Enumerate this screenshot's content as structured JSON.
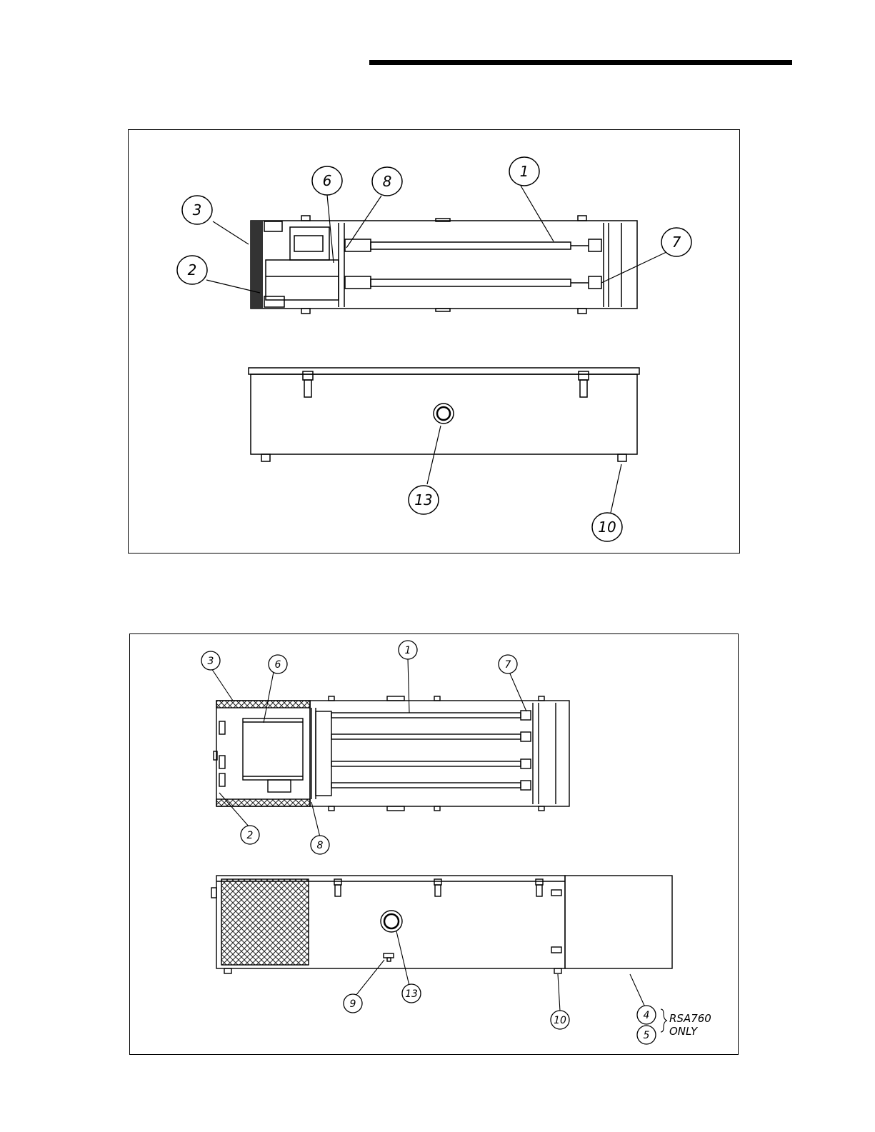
{
  "figure1": {
    "callouts": [
      "1",
      "2",
      "3",
      "6",
      "7",
      "8",
      "10",
      "13"
    ]
  },
  "figure2": {
    "callouts": [
      "1",
      "2",
      "3",
      "4",
      "5",
      "6",
      "7",
      "8",
      "9",
      "10",
      "13"
    ],
    "note_line1": "RSA760",
    "note_line2": "ONLY"
  }
}
